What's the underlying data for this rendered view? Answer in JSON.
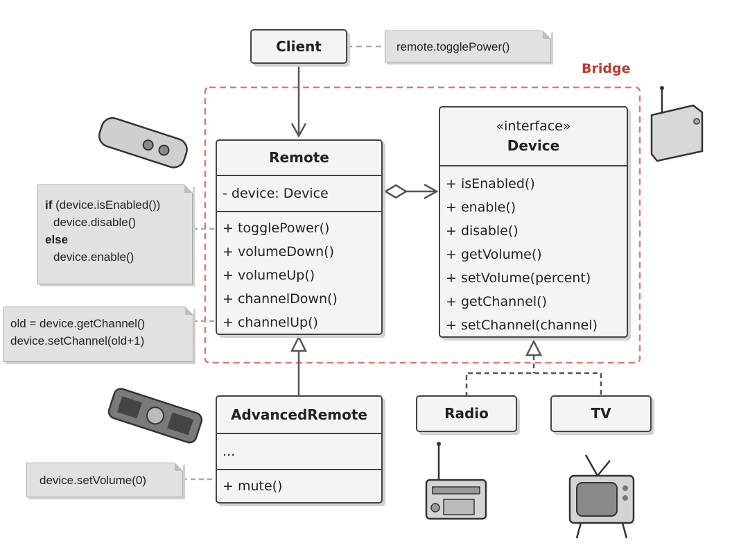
{
  "client": {
    "title": "Client"
  },
  "bridge_label": "Bridge",
  "remote": {
    "title": "Remote",
    "fields": [
      "- device: Device"
    ],
    "methods": [
      "+ togglePower()",
      "+ volumeDown()",
      "+ volumeUp()",
      "+ channelDown()",
      "+ channelUp()"
    ]
  },
  "device": {
    "stereotype": "«interface»",
    "title": "Device",
    "methods": [
      "+ isEnabled()",
      "+ enable()",
      "+ disable()",
      "+ getVolume()",
      "+ setVolume(percent)",
      "+ getChannel()",
      "+ setChannel(channel)"
    ]
  },
  "advanced_remote": {
    "title": "AdvancedRemote",
    "fields": [
      "..."
    ],
    "methods": [
      "+ mute()"
    ]
  },
  "radio": {
    "title": "Radio"
  },
  "tv": {
    "title": "TV"
  },
  "notes": {
    "client_note": "remote.togglePower()",
    "toggle_note": {
      "kw_if": "if",
      "line1_rest": " (device.isEnabled())",
      "line2": "device.disable()",
      "kw_else": "else",
      "line4": "device.enable()"
    },
    "channel_note": {
      "line1": "old = device.getChannel()",
      "line2": "device.setChannel(old+1)"
    },
    "mute_note": "device.setVolume(0)"
  },
  "colors": {
    "bridge": "#e07a6a",
    "bridge_text": "#c0392b",
    "border": "#444444",
    "box_fill": "#f4f4f4",
    "note_fill": "#e1e1e1"
  }
}
